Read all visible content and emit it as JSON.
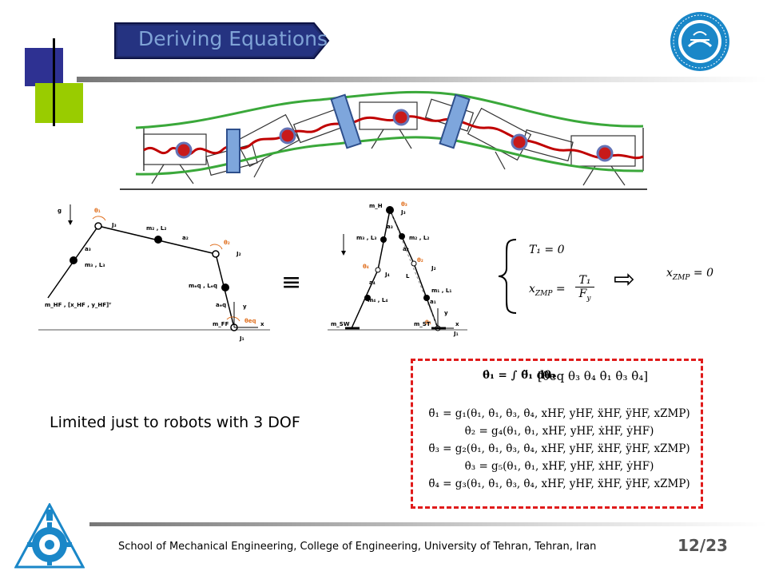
{
  "slide": {
    "title": "Deriving Equations",
    "footer": "School of Mechanical Engineering, College of Engineering, University of Tehran, Tehran, Iran",
    "page": "12/23",
    "note": "Limited just to robots with 3 DOF"
  },
  "symbols": {
    "equivalent": "≡",
    "implies": "⇨"
  },
  "conditions": {
    "c1": "T₁ = 0",
    "c2_lhs": "x",
    "c2_sub": "ZMP",
    "c2_eq": "=",
    "c2_num": "T₁",
    "c2_den": "F",
    "c2_den_sub": "y",
    "result_lhs": "x",
    "result_sub": "ZMP",
    "result_rhs": "= 0"
  },
  "equations": {
    "integral": "θ̇₁ = ∫ θ̈₁ dθ₁",
    "state": "[θeq θ₃ θ₄ θ̇₁ θ̇₃ θ̇₄]",
    "lines": [
      "θ̈₁ = g₁(θ₁, θ̇₁, θ̇₃, θ̇₄, xHF, yHF, ẍHF, ÿHF, xZMP)",
      "θ̇₂ = g₄(θ₁, θ̇₁, xHF, yHF, ẋHF, ẏHF)",
      "θ̈₃ = g₂(θ₁, θ̇₁, θ̇₃, θ̇₄, xHF, yHF, ẍHF, ÿHF, xZMP)",
      "θ̇₃ = g₅(θ₁, θ̇₁, xHF, yHF, ẋHF, ẏHF)",
      "θ̈₄ = g₃(θ₁, θ̇₁, θ̇₃, θ̇₄, xHF, yHF, ẍHF, ÿHF, xZMP)"
    ]
  },
  "diagram_left": {
    "g": "g",
    "theta1": "θ₁",
    "J3": "J₃",
    "m2L2": "m₂ , L₂",
    "a2": "a₂",
    "a3": "a₃",
    "theta2": "θ₂",
    "m3L3": "m₃ , L₃",
    "J2": "J₂",
    "meq": "mₑq , Lₑq",
    "mHF": "m_HF , [x_HF , y_HF]ᵀ",
    "aeq": "aₑq",
    "y": "y",
    "mFF": "m_FF",
    "theta_eq": "θeq",
    "x": "x",
    "J1": "J₁"
  },
  "diagram_right": {
    "mH": "m_H",
    "theta3": "θ₃",
    "J3": "J₃",
    "a3": "a₃",
    "a2": "a₂",
    "m3L3": "m₃ , L₃",
    "m2L2": "m₂ , L₂",
    "theta4": "θ₄",
    "theta2": "θ₂",
    "J4": "J₄",
    "J2": "J₂",
    "L": "L",
    "a4": "a₄",
    "m1L1": "m₁ , L₁",
    "m4L4": "m₄ , L₄",
    "a1": "a₁",
    "theta1": "θ₁",
    "mSW": "m_SW",
    "mST": "m_ST",
    "y": "y",
    "x": "x",
    "J1": "J₁"
  },
  "colors": {
    "accent_blue": "#2e3192",
    "accent_green": "#99cc00",
    "title_text": "#7fa3d6",
    "dashed_border": "#e01b1b",
    "snake_red": "#c00000",
    "snake_green": "#3aa83a"
  },
  "icons": {
    "top_right_logo": "university-of-tehran-seal",
    "bottom_left_logo": "school-of-mechanical-engineering-emblem"
  }
}
